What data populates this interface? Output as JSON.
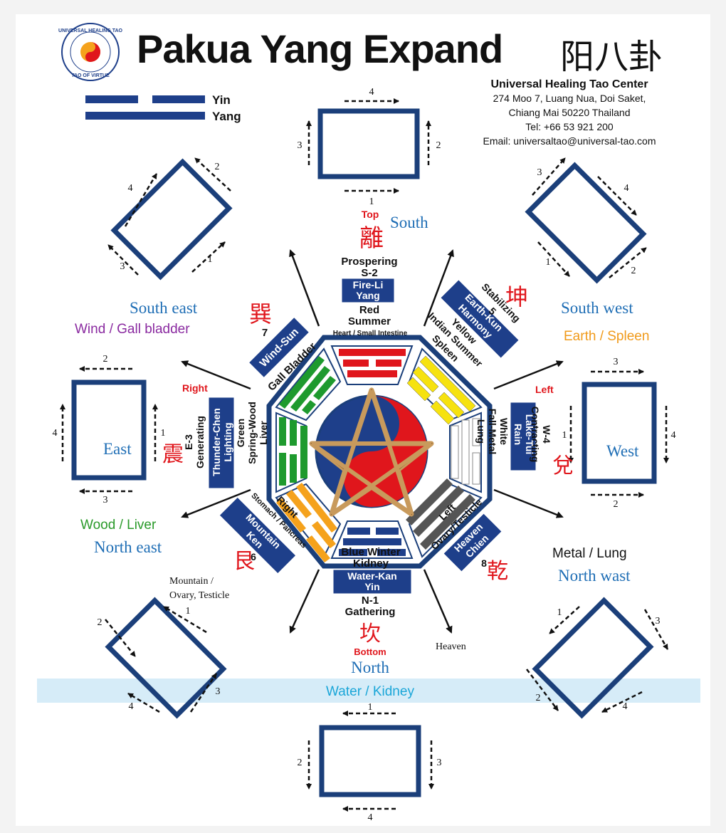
{
  "header": {
    "title": "Pakua Yang Expand",
    "title_cn": "阳八卦",
    "logo_text_top": "UNIVERSAL HEALING TAO",
    "logo_text_bottom": "TAO OF VIRTUE"
  },
  "legend": {
    "yin": "Yin",
    "yang": "Yang"
  },
  "contact": {
    "org": "Universal Healing Tao Center",
    "line1": "274 Moo 7, Luang Nua, Doi Saket,",
    "line2": "Chiang Mai 50220 Thailand",
    "tel": "Tel: +66 53 921 200",
    "email": "Email: universaltao@universal-tao.com"
  },
  "colors": {
    "navy": "#1e3f8a",
    "frame": "#1b3f7a",
    "red": "#e0161c",
    "green": "#1e9a2e",
    "yellow": "#f6e20f",
    "orange": "#f5a21c",
    "gray": "#555555",
    "blue_text": "#1f6eb5",
    "cyan_text": "#1aa6d8",
    "purple_text": "#8a2aa0",
    "gold_text": "#f09a1a",
    "wood_green": "#2a9a2a",
    "band": "#d6ecf8"
  },
  "directions": {
    "south": "South",
    "south_east": "South east",
    "south_west": "South west",
    "east": "East",
    "west": "West",
    "north_east": "North east",
    "north_wast": "North wast",
    "north": "North"
  },
  "elements": {
    "wind": "Wind / Gall bladder",
    "earth": "Earth / Spleen",
    "wood": "Wood / Liver",
    "metal": "Metal / Lung",
    "mountain1": "Mountain /",
    "mountain2": "Ovary, Testicle",
    "heaven": "Heaven",
    "water": "Water / Kidney"
  },
  "south_block": {
    "top": "Top",
    "cn": "離",
    "l1": "Prospering",
    "l2": "S-2",
    "box1": "Fire-Li",
    "box2": "Yang",
    "l3": "Red",
    "l4": "Summer",
    "l5": "Heart / Small Intestine"
  },
  "north_block": {
    "l1": "Blue Winter",
    "l2": "Kidney",
    "box1": "Water-Kan",
    "box2": "Yin",
    "l3": "N-1",
    "l4": "Gathering",
    "cn": "坎",
    "bottom": "Bottom"
  },
  "se_block": {
    "cn": "巽",
    "num": "7",
    "box": "Wind-Sun",
    "l1": "Gall Bladder"
  },
  "sw_block": {
    "cn": "坤",
    "l1": "Stabilizing",
    "l2": "5",
    "box1": "Earth-Kun",
    "box2": "Harmony",
    "l3": "Yellow",
    "l4": "Indian Summer",
    "l5": "Spleen"
  },
  "e_block": {
    "right": "Right",
    "cn": "震",
    "l1": "E-3",
    "l2": "Generating",
    "box1": "Thunder-Chen",
    "box2": "Lighting",
    "l3": "Green",
    "l4": "Spring-Wood",
    "l5": "Liver"
  },
  "w_block": {
    "left": "Left",
    "l1": "W-4",
    "l2": "Contracting",
    "box1": "Lake-Tui",
    "box2": "Rain",
    "l3": "White",
    "l4": "Fall-Metal",
    "l5": "Lung",
    "cn": "兌"
  },
  "ne_block": {
    "right": "Right",
    "l1": "Stomach / Pancreas",
    "box1": "Mountain",
    "box2": "Ken",
    "num": "6",
    "cn": "艮"
  },
  "nw_block": {
    "left": "Left",
    "l1": "Ovary/Testicle",
    "box1": "Heaven",
    "box2": "Chien",
    "num": "8",
    "cn": "乾"
  },
  "edge_numbers": [
    "1",
    "2",
    "3",
    "4"
  ]
}
